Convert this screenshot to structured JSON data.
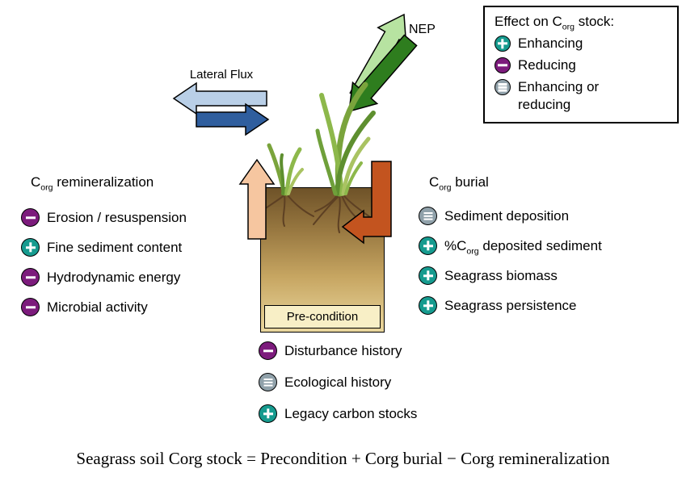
{
  "colors": {
    "enhancing": "#169b8f",
    "reducing": "#7c1b7c",
    "mixed": "#90a1aa",
    "nep_light": "#b7e3a1",
    "nep_dark": "#2e7d1e",
    "lateral_light": "#b9cfe7",
    "lateral_dark": "#2f5e9e",
    "remin_arrow": "#f6c6a0",
    "burial_arrow": "#c3541f"
  },
  "legend": {
    "title_parts": [
      {
        "text": "Effect on C"
      },
      {
        "text": "org",
        "sub": true
      },
      {
        "text": " stock:"
      }
    ],
    "items": [
      {
        "symbol": "plus",
        "label": "Enhancing"
      },
      {
        "symbol": "minus",
        "label": "Reducing"
      },
      {
        "symbol": "equals",
        "label": "Enhancing or reducing"
      }
    ]
  },
  "arrows": {
    "nep_label": "NEP",
    "lateral_flux_label": "Lateral Flux"
  },
  "left_panel": {
    "heading_parts": [
      {
        "text": "C"
      },
      {
        "text": "org",
        "sub": true
      },
      {
        "text": " remineralization"
      }
    ],
    "items": [
      {
        "symbol": "minus",
        "label": "Erosion / resuspension"
      },
      {
        "symbol": "plus",
        "label": "Fine sediment content"
      },
      {
        "symbol": "minus",
        "label": "Hydrodynamic energy"
      },
      {
        "symbol": "minus",
        "label": "Microbial activity"
      }
    ]
  },
  "right_panel": {
    "heading_parts": [
      {
        "text": "C"
      },
      {
        "text": "org",
        "sub": true
      },
      {
        "text": " burial"
      }
    ],
    "items": [
      {
        "symbol": "equals",
        "label": "Sediment deposition"
      },
      {
        "symbol": "plus",
        "parts": [
          {
            "text": "%C"
          },
          {
            "text": "org",
            "sub": true
          },
          {
            "text": " deposited sediment"
          }
        ]
      },
      {
        "symbol": "plus",
        "label": "Seagrass biomass"
      },
      {
        "symbol": "plus",
        "label": "Seagrass persistence"
      }
    ]
  },
  "bottom_panel": {
    "items": [
      {
        "symbol": "minus",
        "label": "Disturbance history"
      },
      {
        "symbol": "equals",
        "label": "Ecological history"
      },
      {
        "symbol": "plus",
        "label": "Legacy carbon stocks"
      }
    ]
  },
  "box": {
    "label": "Pre-condition"
  },
  "equation": {
    "text": "Seagrass soil Corg stock = Precondition + Corg burial − Corg remineralization"
  }
}
